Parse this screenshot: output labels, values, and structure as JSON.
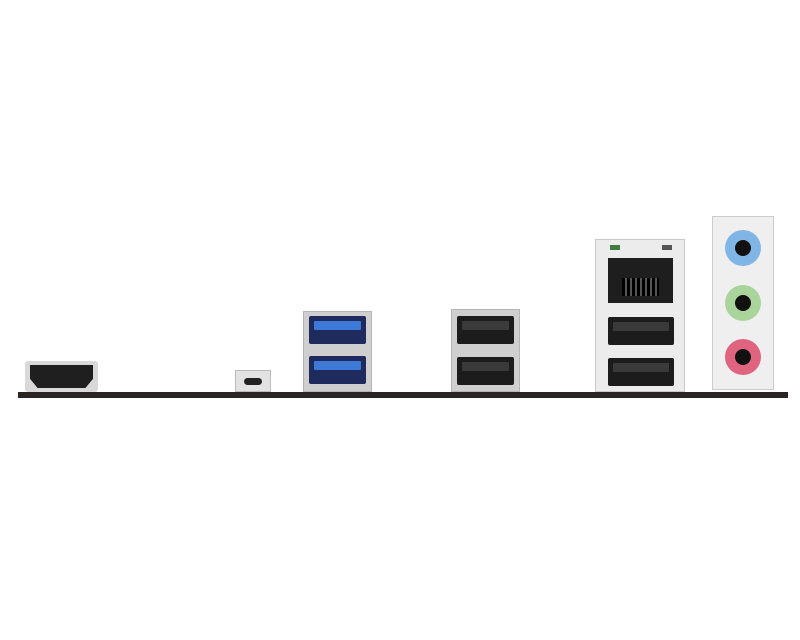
{
  "image": {
    "subject": "motherboard-rear-io-panel",
    "colors": {
      "background": "#ffffff",
      "bracket": "#2a2522",
      "usb3_blue": "#3d79d6",
      "line_in": "#7fb6e6",
      "line_out": "#a9d49b",
      "mic_in": "#e0647f",
      "lan_led_left": "#3f7d3f",
      "lan_led_right": "#555555"
    },
    "ports": [
      {
        "type": "hdmi",
        "count": 1
      },
      {
        "type": "usb-c",
        "count": 1
      },
      {
        "type": "usb-3-type-a",
        "count": 2
      },
      {
        "type": "usb-2-type-a",
        "count": 2
      },
      {
        "type": "rj45-lan",
        "count": 1
      },
      {
        "type": "usb-type-a",
        "count": 2
      },
      {
        "type": "audio-jack",
        "count": 3
      }
    ]
  }
}
